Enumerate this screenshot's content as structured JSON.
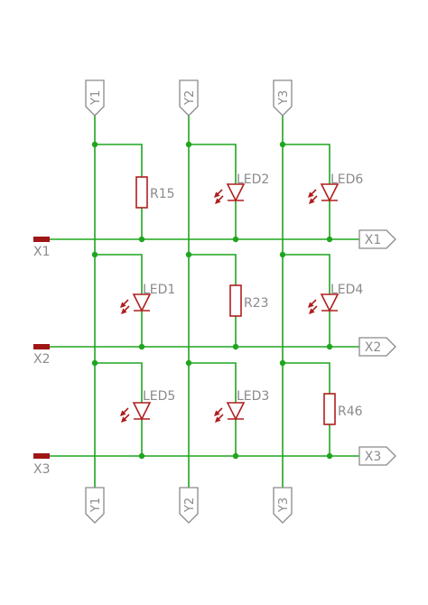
{
  "schematic": {
    "top_ports": [
      "Y1",
      "Y2",
      "Y3"
    ],
    "bottom_ports": [
      "Y1",
      "Y2",
      "Y3"
    ],
    "left_pins": [
      "X1",
      "X2",
      "X3"
    ],
    "right_ports": [
      "X1",
      "X2",
      "X3"
    ],
    "cells": [
      {
        "row": 1,
        "col": 1,
        "type": "resistor",
        "ref": "R15"
      },
      {
        "row": 1,
        "col": 2,
        "type": "led",
        "ref": "LED2"
      },
      {
        "row": 1,
        "col": 3,
        "type": "led",
        "ref": "LED6"
      },
      {
        "row": 2,
        "col": 1,
        "type": "led",
        "ref": "LED1"
      },
      {
        "row": 2,
        "col": 2,
        "type": "resistor",
        "ref": "R23"
      },
      {
        "row": 2,
        "col": 3,
        "type": "led",
        "ref": "LED4"
      },
      {
        "row": 3,
        "col": 1,
        "type": "led",
        "ref": "LED5"
      },
      {
        "row": 3,
        "col": 2,
        "type": "led",
        "ref": "LED3"
      },
      {
        "row": 3,
        "col": 3,
        "type": "resistor",
        "ref": "R46"
      }
    ]
  }
}
